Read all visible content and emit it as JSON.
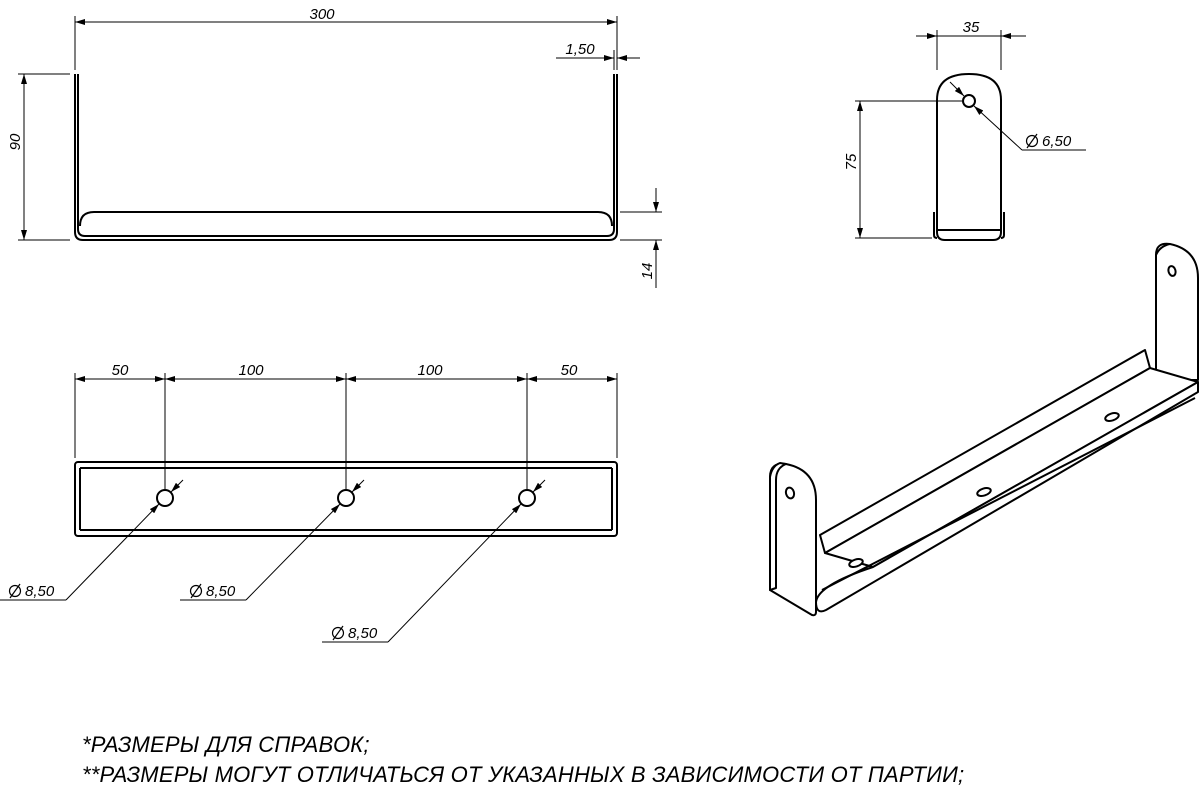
{
  "front_view": {
    "dim_length": "300",
    "dim_thickness": "1,50",
    "dim_height": "90",
    "dim_lip": "14"
  },
  "side_view": {
    "dim_width": "35",
    "dim_hole": "6,50",
    "dim_height": "75"
  },
  "top_view": {
    "dims": [
      "50",
      "100",
      "100",
      "50"
    ],
    "hole_labels": [
      "8,50",
      "8,50",
      "8,50"
    ]
  },
  "notes": {
    "line1": "*РАЗМЕРЫ ДЛЯ СПРАВОК;",
    "line2": "**РАЗМЕРЫ МОГУТ ОТЛИЧАТЬСЯ ОТ УКАЗАННЫХ В ЗАВИСИМОСТИ ОТ ПАРТИИ;"
  },
  "colors": {
    "line": "#000000",
    "background": "#ffffff"
  }
}
